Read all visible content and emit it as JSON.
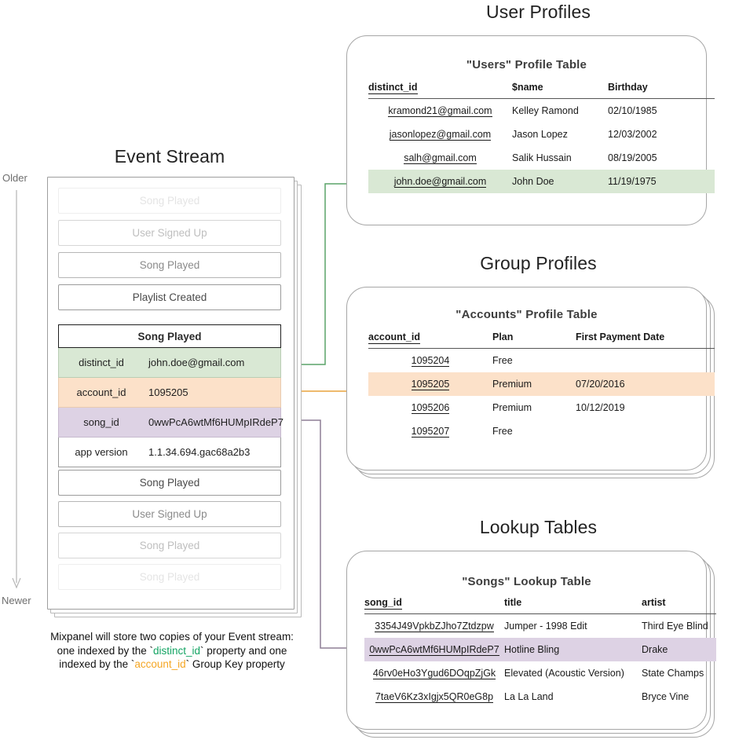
{
  "timeline": {
    "older_label": "Older",
    "newer_label": "Newer"
  },
  "event_stream": {
    "title": "Event Stream",
    "events_before": [
      {
        "label": "Song Played",
        "fade": "f1"
      },
      {
        "label": "User Signed Up",
        "fade": "f2"
      },
      {
        "label": "Song Played",
        "fade": "f3"
      },
      {
        "label": "Playlist Created",
        "fade": "f4"
      }
    ],
    "expanded_event": {
      "name": "Song Played",
      "properties": [
        {
          "key": "distinct_id",
          "value": "john.doe@gmail.com",
          "highlight": "green"
        },
        {
          "key": "account_id",
          "value": "1095205",
          "highlight": "orange"
        },
        {
          "key": "song_id",
          "value": "0wwPcA6wtMf6HUMpIRdeP7",
          "highlight": "purple"
        },
        {
          "key": "app version",
          "value": "1.1.34.694.gac68a2b3",
          "highlight": "plain"
        }
      ]
    },
    "events_after": [
      {
        "label": "Song Played",
        "fade": "f4"
      },
      {
        "label": "User Signed Up",
        "fade": "f3"
      },
      {
        "label": "Song Played",
        "fade": "f2"
      },
      {
        "label": "Song Played",
        "fade": "f1"
      }
    ]
  },
  "caption": {
    "line1": "Mixpanel will store two copies of your Event stream:",
    "line2_a": "one indexed by the `",
    "line2_token": "distinct_id",
    "line2_b": "` property and one",
    "line3_a": "indexed by the `",
    "line3_token": "account_id",
    "line3_b": "` Group Key property"
  },
  "user_profiles": {
    "section_title": "User Profiles",
    "table_title": "\"Users\" Profile Table",
    "columns": [
      "distinct_id",
      "$name",
      "Birthday"
    ],
    "rows": [
      {
        "distinct_id": "kramond21@gmail.com",
        "name": "Kelley Ramond",
        "birthday": "02/10/1985",
        "highlight": ""
      },
      {
        "distinct_id": "jasonlopez@gmail.com",
        "name": "Jason Lopez",
        "birthday": "12/03/2002",
        "highlight": ""
      },
      {
        "distinct_id": "salh@gmail.com",
        "name": "Salik Hussain",
        "birthday": "08/19/2005",
        "highlight": ""
      },
      {
        "distinct_id": "john.doe@gmail.com",
        "name": "John Doe",
        "birthday": "11/19/1975",
        "highlight": "hl-green"
      }
    ]
  },
  "group_profiles": {
    "section_title": "Group Profiles",
    "table_title": "\"Accounts\" Profile Table",
    "columns": [
      "account_id",
      "Plan",
      "First Payment Date"
    ],
    "rows": [
      {
        "account_id": "1095204",
        "plan": "Free",
        "first_payment": "",
        "highlight": ""
      },
      {
        "account_id": "1095205",
        "plan": "Premium",
        "first_payment": "07/20/2016",
        "highlight": "hl-orange"
      },
      {
        "account_id": "1095206",
        "plan": "Premium",
        "first_payment": "10/12/2019",
        "highlight": ""
      },
      {
        "account_id": "1095207",
        "plan": "Free",
        "first_payment": "",
        "highlight": ""
      }
    ]
  },
  "lookup_tables": {
    "section_title": "Lookup Tables",
    "table_title": "\"Songs\" Lookup Table",
    "columns": [
      "song_id",
      "title",
      "artist"
    ],
    "rows": [
      {
        "song_id": "3354J49VpkbZJho7Ztdzpw",
        "title": "Jumper - 1998 Edit",
        "artist": "Third Eye Blind",
        "highlight": ""
      },
      {
        "song_id": "0wwPcA6wtMf6HUMpIRdeP7",
        "title": "Hotline Bling",
        "artist": "Drake",
        "highlight": "hl-purple"
      },
      {
        "song_id": "46rv0eHo3Ygud6DOqpZjGk",
        "title": "Elevated (Acoustic Version)",
        "artist": "State Champs",
        "highlight": ""
      },
      {
        "song_id": "7taeV6Kz3xIgjx5QR0eG8p",
        "title": "La La Land",
        "artist": "Bryce Vine",
        "highlight": ""
      }
    ]
  },
  "colors": {
    "green": "#d9e8d4",
    "orange": "#fce1c9",
    "purple": "#ddd2e4",
    "arrow_green": "#5aa469",
    "arrow_orange": "#e8a33d",
    "arrow_purple": "#8e7f95",
    "token_green": "#13a463",
    "token_orange": "#f5a623"
  }
}
